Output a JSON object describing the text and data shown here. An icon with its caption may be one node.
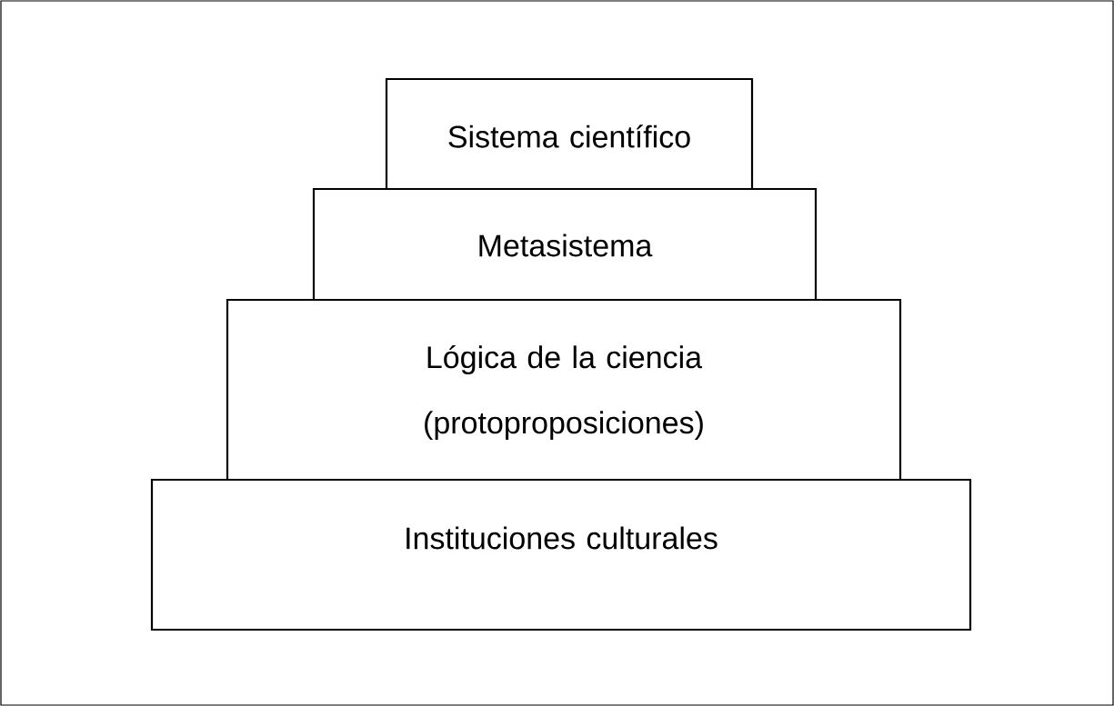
{
  "diagram": {
    "nodes": [
      {
        "text": [
          "Sistema científico"
        ]
      },
      {
        "text": [
          "Metasistema"
        ]
      },
      {
        "text": [
          "Lógica de la ciencia (protoproposiciones)"
        ]
      },
      {
        "text": [
          "Instituciones culturales"
        ]
      }
    ]
  }
}
